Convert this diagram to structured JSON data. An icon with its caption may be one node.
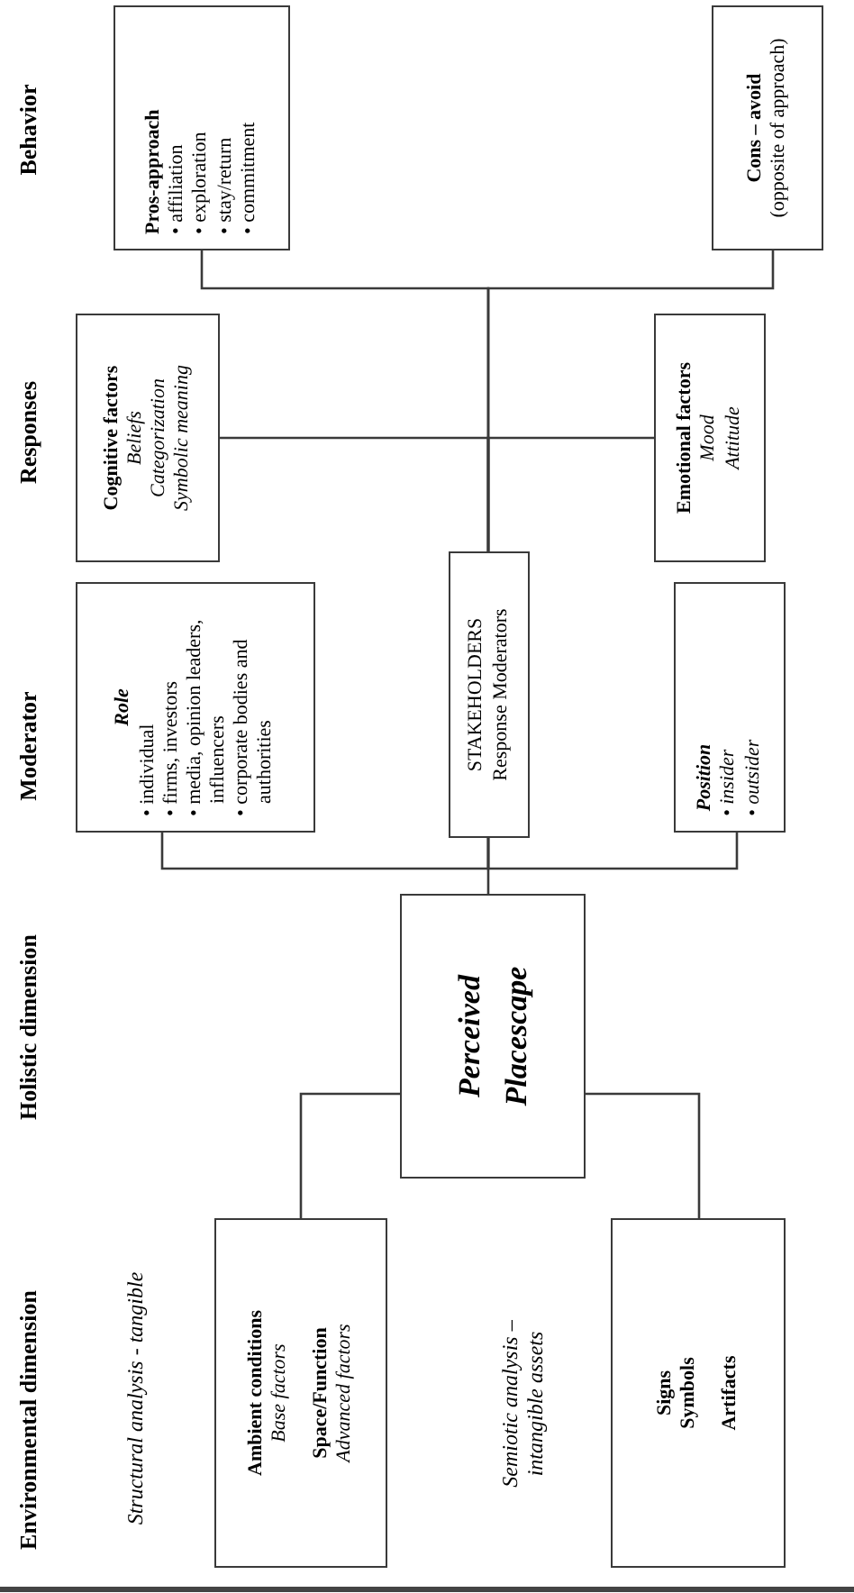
{
  "diagram": {
    "nodes": [
      {
        "text": [
          "Ambient conditions",
          "Base factors",
          "Space/Function",
          "Advanced factors"
        ]
      },
      {
        "text": [
          "Signs",
          "Symbols",
          "Artifacts"
        ]
      },
      {
        "text": [
          "Perceived Placescape"
        ]
      },
      {
        "text": [
          "Role",
          "• individual",
          "• firms, investors",
          "• media, opinion leaders, influencers",
          "• corporate bodies and authorities"
        ]
      },
      {
        "text": [
          "STAKEHOLDERS",
          "Response Moderators"
        ]
      },
      {
        "text": [
          "Position",
          "• insider",
          "• outsider"
        ]
      },
      {
        "text": [
          "Cognitive factors",
          "Beliefs",
          "Categorization",
          "Symbolic meaning"
        ]
      },
      {
        "text": [
          "Emotional factors",
          "Mood",
          "Attitude"
        ]
      },
      {
        "text": [
          "Pros-approach",
          "• affiliation",
          "• exploration",
          "• stay/return",
          "• commitment"
        ]
      },
      {
        "text": [
          "Cons – avoid",
          "(opposite of approach)"
        ]
      }
    ],
    "edges": [
      {
        "from": 0,
        "to": 2,
        "arrow": "none"
      },
      {
        "from": 1,
        "to": 2,
        "arrow": "none"
      },
      {
        "from": 2,
        "to": 4,
        "arrow": "none"
      },
      {
        "from": 3,
        "to": 4,
        "arrow": "none"
      },
      {
        "from": 5,
        "to": 4,
        "arrow": "none"
      },
      {
        "from": 4,
        "to": 6,
        "arrow": "none"
      },
      {
        "from": 4,
        "to": 7,
        "arrow": "none"
      },
      {
        "from": 4,
        "to": 8,
        "arrow": "none"
      },
      {
        "from": 4,
        "to": 9,
        "arrow": "none"
      }
    ],
    "labels": [
      "Environmental dimension",
      "Holistic dimension",
      "Moderator",
      "Responses",
      "Behavior",
      "Structural analysis - tangible",
      "Semiotic analysis – intangible assets"
    ]
  }
}
